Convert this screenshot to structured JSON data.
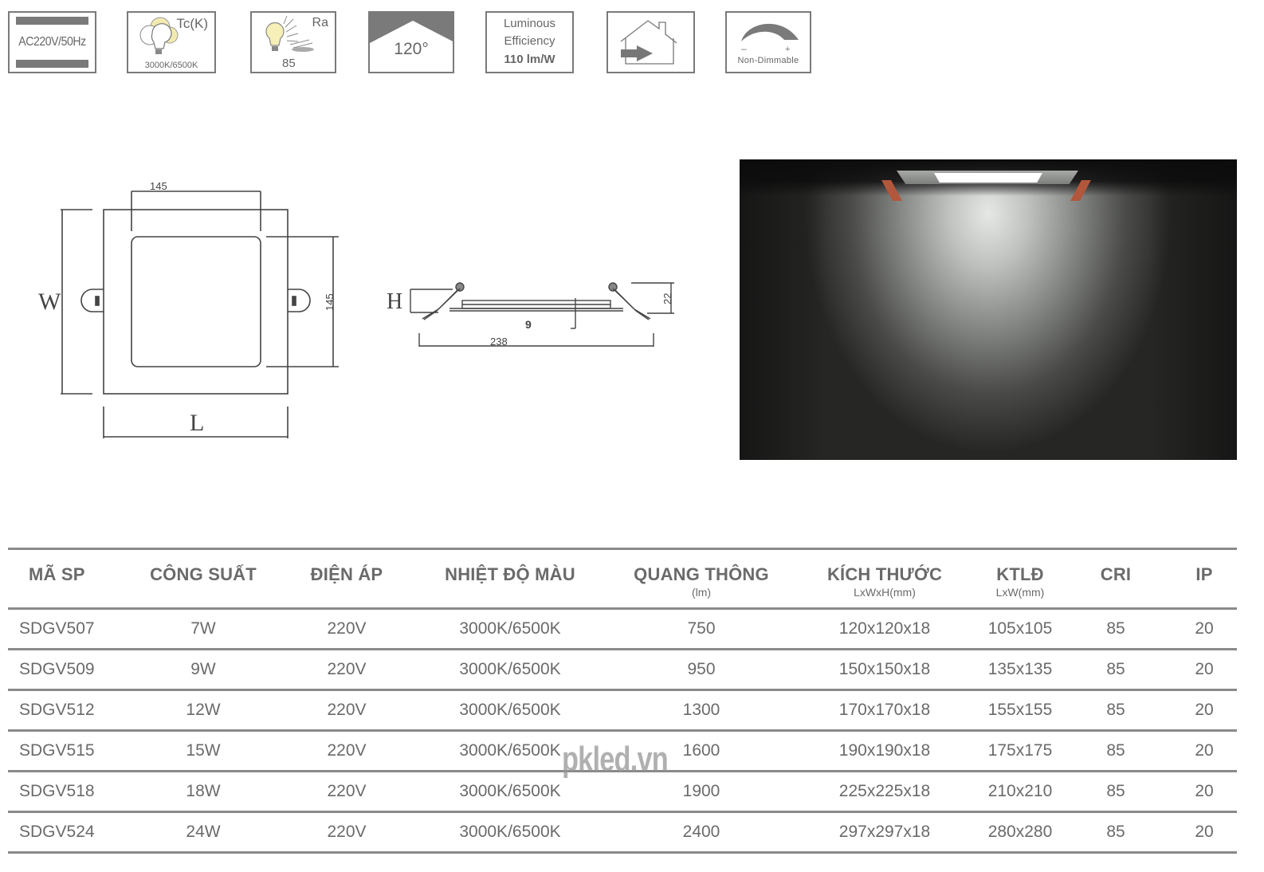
{
  "spec_icons": {
    "voltage": {
      "label": "AC220V/50Hz",
      "icon": "power-input-icon"
    },
    "color_temp": {
      "title": "Tc(K)",
      "value": "3000K/6500K",
      "icon": "bulbs-color-temperature-icon"
    },
    "cri": {
      "title": "Ra",
      "value": "85",
      "icon": "bulb-ra-icon"
    },
    "beam_angle": {
      "value": "120°",
      "icon": "beam-angle-icon"
    },
    "efficiency": {
      "line1": "Luminous",
      "line2": "Efficiency",
      "value": "110 lm/W"
    },
    "indoor": {
      "icon": "indoor-house-arrow-icon"
    },
    "dimming": {
      "minus": "-",
      "plus": "+",
      "label": "Non-Dimmable",
      "icon": "dimmer-arc-icon"
    }
  },
  "drawing_top": {
    "inner_width": "145",
    "inner_height": "145",
    "label_w": "W",
    "label_l": "L"
  },
  "drawing_side": {
    "label_h": "H",
    "height": "22",
    "depth": "9",
    "total_width": "238"
  },
  "photo": {
    "alt": "Square LED panel light illuminating a dark wall"
  },
  "table": {
    "headers": [
      {
        "main": "MÃ SP",
        "sub": ""
      },
      {
        "main": "CÔNG SUẤT",
        "sub": ""
      },
      {
        "main": "ĐIỆN ÁP",
        "sub": ""
      },
      {
        "main": "NHIỆT ĐỘ MÀU",
        "sub": ""
      },
      {
        "main": "QUANG THÔNG",
        "sub": "(lm)"
      },
      {
        "main": "KÍCH THƯỚC",
        "sub": "LxWxH(mm)"
      },
      {
        "main": "KTLĐ",
        "sub": "LxW(mm)"
      },
      {
        "main": "CRI",
        "sub": ""
      },
      {
        "main": "IP",
        "sub": ""
      }
    ],
    "rows": [
      [
        "SDGV507",
        "7W",
        "220V",
        "3000K/6500K",
        "750",
        "120x120x18",
        "105x105",
        "85",
        "20"
      ],
      [
        "SDGV509",
        "9W",
        "220V",
        "3000K/6500K",
        "950",
        "150x150x18",
        "135x135",
        "85",
        "20"
      ],
      [
        "SDGV512",
        "12W",
        "220V",
        "3000K/6500K",
        "1300",
        "170x170x18",
        "155x155",
        "85",
        "20"
      ],
      [
        "SDGV515",
        "15W",
        "220V",
        "3000K/6500K",
        "1600",
        "190x190x18",
        "175x175",
        "85",
        "20"
      ],
      [
        "SDGV518",
        "18W",
        "220V",
        "3000K/6500K",
        "1900",
        "225x225x18",
        "210x210",
        "85",
        "20"
      ],
      [
        "SDGV524",
        "24W",
        "220V",
        "3000K/6500K",
        "2400",
        "297x297x18",
        "280x280",
        "85",
        "20"
      ]
    ]
  },
  "watermark": "pkled.vn",
  "colors": {
    "text": "#666666",
    "rule": "#8a8a8a",
    "icon_gray": "#7a7a7a",
    "bulb_yellow": "#f3eab0",
    "clip_orange": "#b2573b"
  }
}
